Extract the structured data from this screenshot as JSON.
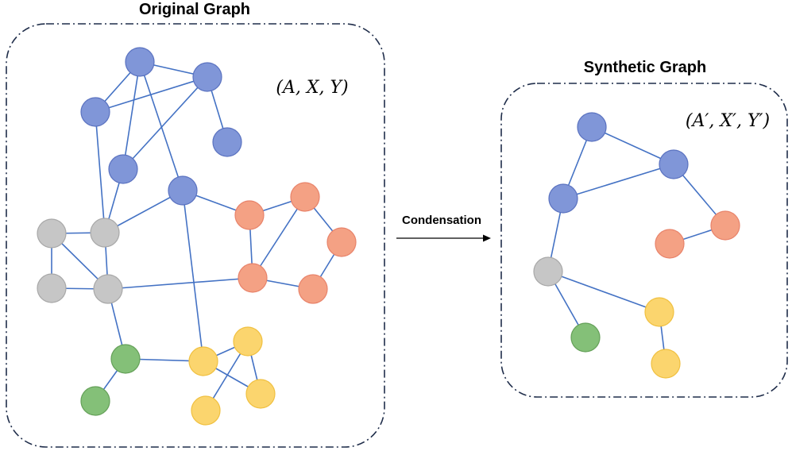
{
  "original": {
    "title": "Original Graph",
    "math_label": "(A, X, Y)"
  },
  "synthetic": {
    "title": "Synthetic Graph",
    "math_label": "(A′, X′, Y′)"
  },
  "arrow": {
    "label": "Condensation"
  },
  "colors": {
    "frame": "#1f2d4a",
    "edge": "#4472c4",
    "arrow": "#000000",
    "classes": {
      "blue": {
        "fill": "#8096d8",
        "stroke": "#5a72c0"
      },
      "orange": {
        "fill": "#f4a184",
        "stroke": "#e8836a"
      },
      "gray": {
        "fill": "#c6c6c6",
        "stroke": "#a8a8a8"
      },
      "green": {
        "fill": "#84c078",
        "stroke": "#64a058"
      },
      "yellow": {
        "fill": "#fbd56e",
        "stroke": "#f0c040"
      }
    }
  }
}
